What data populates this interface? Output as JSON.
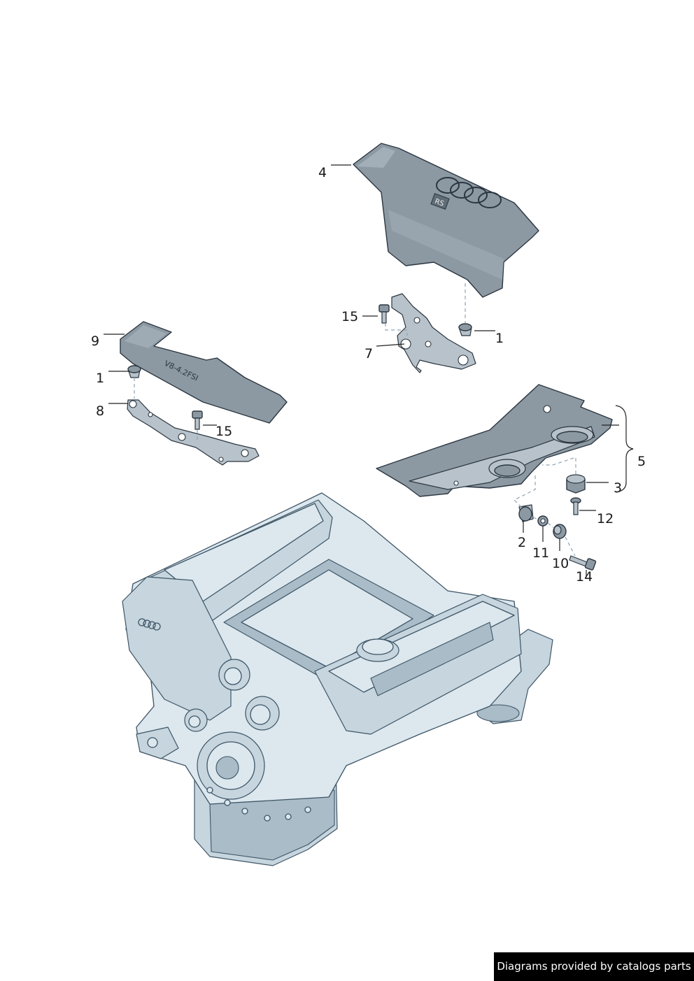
{
  "callouts": {
    "c4": "4",
    "c15a": "15",
    "c1a": "1",
    "c7": "7",
    "c9": "9",
    "c1b": "1",
    "c8": "8",
    "c15b": "15",
    "c5": "5",
    "c3": "3",
    "c12": "12",
    "c2": "2",
    "c11": "11",
    "c10": "10",
    "c14": "14"
  },
  "cover_marks": {
    "rs_badge": "RS",
    "engine_text": "V8-4.2FSI"
  },
  "footer": {
    "credit": "Diagrams provided by catalogs parts"
  },
  "colors": {
    "part": "#8c99a3",
    "engine": "#dce7ee",
    "footer_bg": "#000000"
  }
}
